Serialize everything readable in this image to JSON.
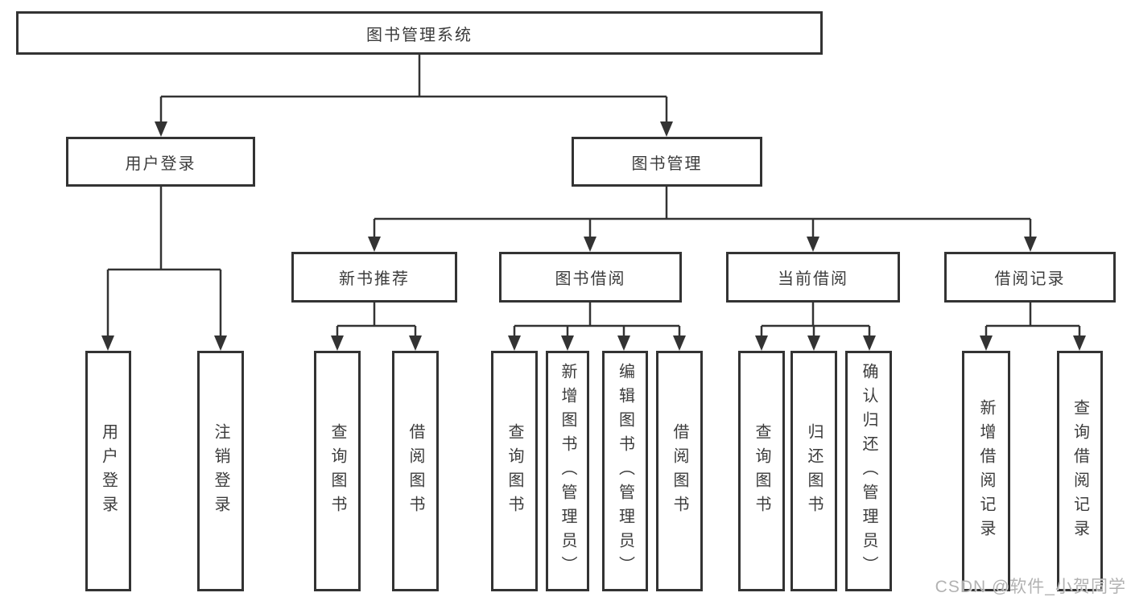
{
  "diagram": {
    "type": "hierarchy-diagram",
    "colors": {
      "line": "#333333",
      "box_border": "#333333",
      "text": "#3c3c3c",
      "background": "#ffffff",
      "watermark": "#aaaaaa"
    },
    "watermark": "CSDN @软件_小贺同学",
    "tree": {
      "label": "图书管理系统",
      "children": [
        {
          "label": "用户登录",
          "children": [
            {
              "label": "用户登录"
            },
            {
              "label": "注销登录"
            }
          ]
        },
        {
          "label": "图书管理",
          "children": [
            {
              "label": "新书推荐",
              "children": [
                {
                  "label": "查询图书"
                },
                {
                  "label": "借阅图书"
                }
              ]
            },
            {
              "label": "图书借阅",
              "children": [
                {
                  "label": "查询图书"
                },
                {
                  "label": "新增图书（管理员）"
                },
                {
                  "label": "编辑图书（管理员）"
                },
                {
                  "label": "借阅图书"
                }
              ]
            },
            {
              "label": "当前借阅",
              "children": [
                {
                  "label": "查询图书"
                },
                {
                  "label": "归还图书"
                },
                {
                  "label": "确认归还（管理员）"
                }
              ]
            },
            {
              "label": "借阅记录",
              "children": [
                {
                  "label": "新增借阅记录"
                },
                {
                  "label": "查询借阅记录"
                }
              ]
            }
          ]
        }
      ]
    }
  }
}
